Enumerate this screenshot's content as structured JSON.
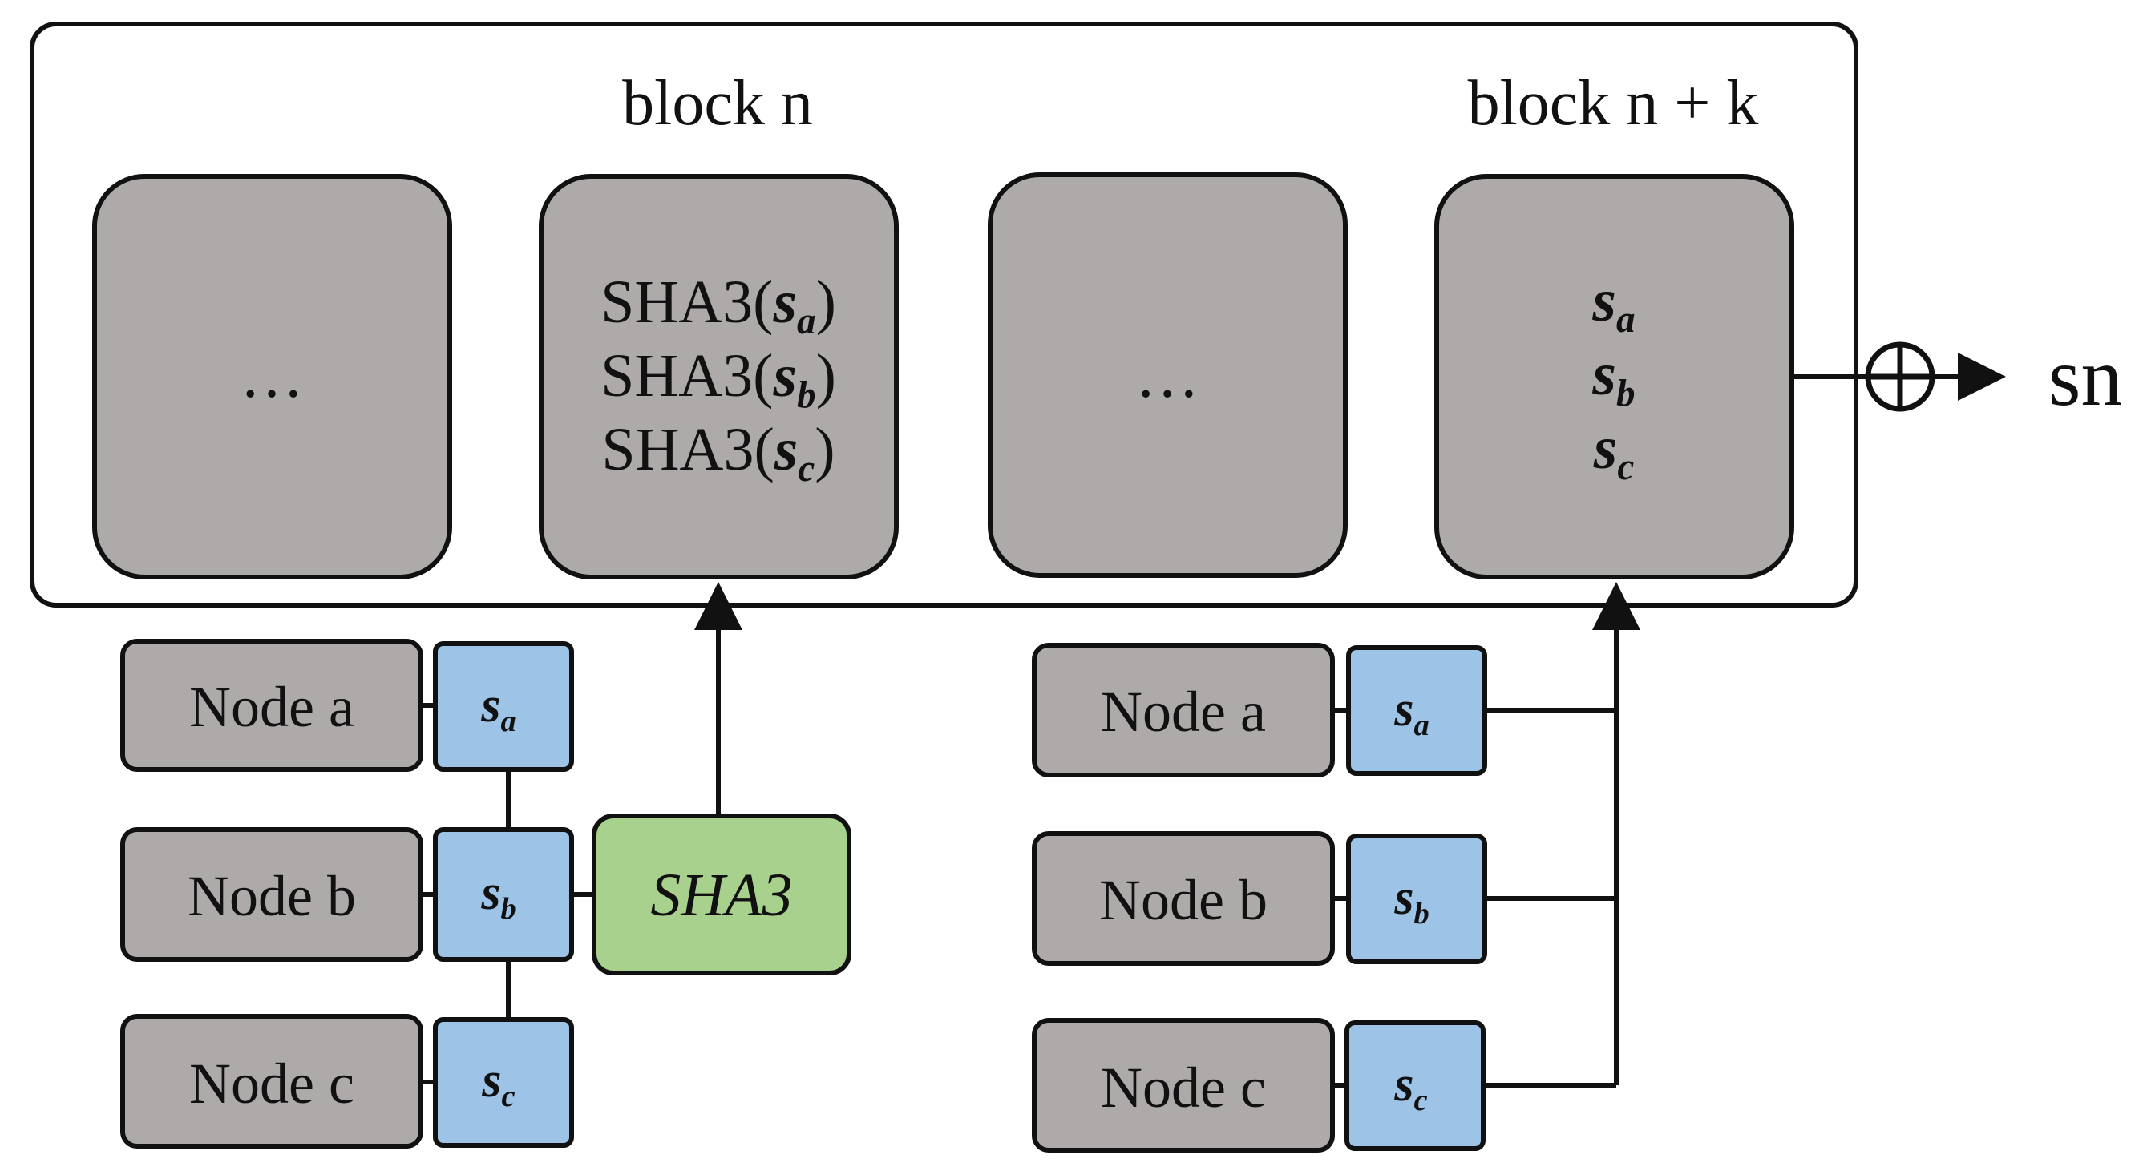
{
  "chain": {
    "block_n_label": "block n",
    "block_nk_label": "block n + k",
    "blocks": [
      {
        "kind": "ellipsis",
        "text": "…"
      },
      {
        "kind": "hashes",
        "lines": [
          {
            "prefix": "SHA3(",
            "var": "s",
            "sub": "a",
            "suffix": ")"
          },
          {
            "prefix": "SHA3(",
            "var": "s",
            "sub": "b",
            "suffix": ")"
          },
          {
            "prefix": "SHA3(",
            "var": "s",
            "sub": "c",
            "suffix": ")"
          }
        ]
      },
      {
        "kind": "ellipsis",
        "text": "…"
      },
      {
        "kind": "secrets",
        "lines": [
          {
            "var": "s",
            "sub": "a"
          },
          {
            "var": "s",
            "sub": "b"
          },
          {
            "var": "s",
            "sub": "c"
          }
        ]
      }
    ]
  },
  "commit_group": {
    "nodes": [
      {
        "label": "Node a",
        "secret_var": "s",
        "secret_sub": "a"
      },
      {
        "label": "Node b",
        "secret_var": "s",
        "secret_sub": "b"
      },
      {
        "label": "Node c",
        "secret_var": "s",
        "secret_sub": "c"
      }
    ],
    "hash_box_label": "SHA3"
  },
  "reveal_group": {
    "nodes": [
      {
        "label": "Node a",
        "secret_var": "s",
        "secret_sub": "a"
      },
      {
        "label": "Node b",
        "secret_var": "s",
        "secret_sub": "b"
      },
      {
        "label": "Node c",
        "secret_var": "s",
        "secret_sub": "c"
      }
    ]
  },
  "output": {
    "operator_symbol": "⊕",
    "label": "sn"
  },
  "colors": {
    "block_fill": "#aeaaa9",
    "secret_fill": "#9dc3e6",
    "hash_fill": "#a9d18e",
    "stroke": "#111111"
  }
}
